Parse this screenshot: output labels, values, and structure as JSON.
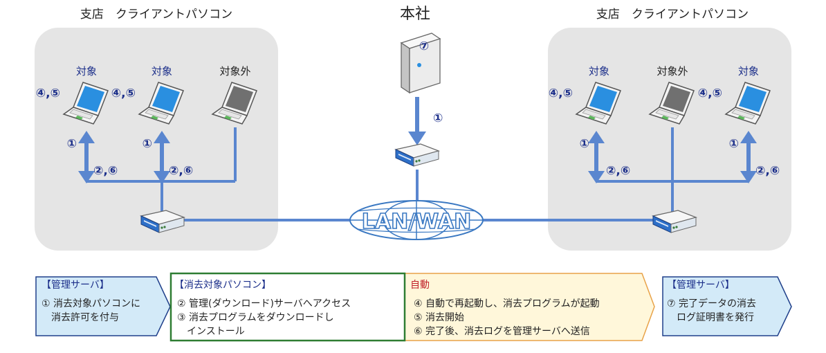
{
  "branch_left": {
    "title": "支店　クライアントパソコン"
  },
  "branch_right": {
    "title": "支店　クライアントパソコン"
  },
  "headquarters": {
    "title": "本社",
    "server_step": "⑦",
    "uplink_step": "①"
  },
  "network": {
    "label": "LAN/WAN"
  },
  "pcs_left": [
    {
      "label": "対象",
      "target": true,
      "step": "④,⑤",
      "up_step": "①",
      "down_step": "②,⑥"
    },
    {
      "label": "対象",
      "target": true,
      "step": "④,⑤",
      "up_step": "①",
      "down_step": "②,⑥"
    },
    {
      "label": "対象外",
      "target": false
    }
  ],
  "pcs_right": [
    {
      "label": "対象",
      "target": true,
      "step": "④,⑤",
      "up_step": "①",
      "down_step": "②,⑥"
    },
    {
      "label": "対象外",
      "target": false
    },
    {
      "label": "対象",
      "target": true,
      "step": "④,⑤",
      "up_step": "①",
      "down_step": "②,⑥"
    }
  ],
  "flow": [
    {
      "title": "【管理サーバ】",
      "lines": [
        "① 消去対象パソコンに",
        "　消去許可を付与"
      ]
    },
    {
      "title": "【消去対象パソコン】",
      "lines": [
        "② 管理(ダウンロード)サーバへアクセス",
        "③ 消去プログラムをダウンロードし",
        "　インストール"
      ]
    },
    {
      "title": "自動",
      "lines": [
        "④ 自動で再起動し、消去プログラムが起動",
        "⑤ 消去開始",
        "⑥ 完了後、消去ログを管理サーバへ送信"
      ]
    },
    {
      "title": "【管理サーバ】",
      "lines": [
        "⑦ 完了データの消去",
        "　ログ証明書を発行"
      ]
    }
  ],
  "colors": {
    "line": "#5a86cf",
    "target_screen": "#2a8fe0",
    "nontarget_screen": "#707070",
    "panel": "#e5e5e5"
  }
}
